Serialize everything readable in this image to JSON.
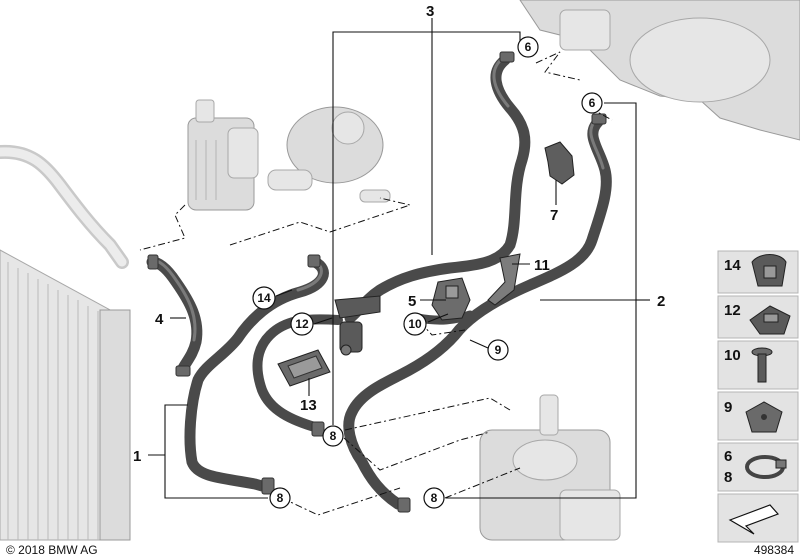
{
  "callouts": {
    "c1": "1",
    "c2": "2",
    "c3": "3",
    "c4": "4",
    "c5": "5",
    "c6a": "6",
    "c6b": "6",
    "c7": "7",
    "c8a": "8",
    "c8b": "8",
    "c8c": "8",
    "c9": "9",
    "c10": "10",
    "c11": "11",
    "c12": "12",
    "c13": "13",
    "c14": "14"
  },
  "legend": {
    "p14": "14",
    "p12": "12",
    "p10": "10",
    "p9": "9",
    "p6": "6",
    "p8": "8"
  },
  "footer": {
    "copyright": "© 2018 BMW AG",
    "diagram_number": "498384"
  }
}
